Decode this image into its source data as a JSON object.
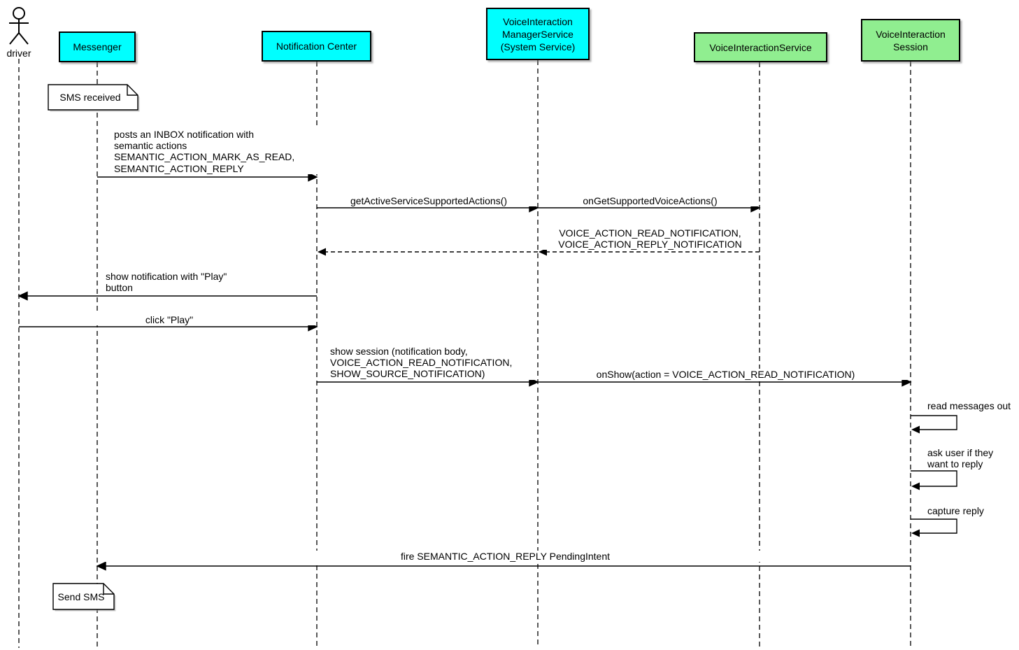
{
  "diagram": {
    "type": "uml-sequence-diagram",
    "colors": {
      "participant_cyan": "#00FFFF",
      "participant_green": "#90EE90",
      "line": "#000000",
      "note_background": "#FFFFFF"
    },
    "actor": {
      "label": "driver"
    },
    "participants": [
      {
        "id": "messenger",
        "label": "Messenger",
        "color": "#00FFFF"
      },
      {
        "id": "notification-center",
        "label": "Notification Center",
        "color": "#00FFFF"
      },
      {
        "id": "voice-interaction-manager-service",
        "label": "VoiceInteraction\nManagerService\n(System Service)",
        "color": "#00FFFF"
      },
      {
        "id": "voice-interaction-service",
        "label": "VoiceInteractionService",
        "color": "#90EE90"
      },
      {
        "id": "voice-interaction-session",
        "label": "VoiceInteraction\nSession",
        "color": "#90EE90"
      }
    ],
    "notes": [
      {
        "id": "note-sms-received",
        "label": "SMS received",
        "attached_to": "messenger"
      },
      {
        "id": "note-send-sms",
        "label": "Send SMS",
        "attached_to": "messenger"
      }
    ],
    "messages": [
      {
        "from": "Messenger",
        "to": "Notification Center",
        "style": "solid",
        "label": "posts an INBOX notification with\nsemantic actions\nSEMANTIC_ACTION_MARK_AS_READ,\nSEMANTIC_ACTION_REPLY"
      },
      {
        "from": "Notification Center",
        "to": "VoiceInteraction ManagerService",
        "style": "solid",
        "label": "getActiveServiceSupportedActions()"
      },
      {
        "from": "VoiceInteraction ManagerService",
        "to": "VoiceInteractionService",
        "style": "solid",
        "label": "onGetSupportedVoiceActions()"
      },
      {
        "from": "VoiceInteractionService",
        "to": "VoiceInteraction ManagerService",
        "style": "dashed",
        "label": "VOICE_ACTION_READ_NOTIFICATION,\nVOICE_ACTION_REPLY_NOTIFICATION"
      },
      {
        "from": "VoiceInteraction ManagerService",
        "to": "Notification Center",
        "style": "dashed",
        "label": ""
      },
      {
        "from": "Notification Center",
        "to": "driver",
        "style": "solid",
        "label": "show notification with \"Play\"\nbutton"
      },
      {
        "from": "driver",
        "to": "Notification Center",
        "style": "solid",
        "label": "click \"Play\""
      },
      {
        "from": "Notification Center",
        "to": "VoiceInteraction ManagerService",
        "style": "solid",
        "label": "show session (notification body,\nVOICE_ACTION_READ_NOTIFICATION,\nSHOW_SOURCE_NOTIFICATION)"
      },
      {
        "from": "VoiceInteraction ManagerService",
        "to": "VoiceInteraction Session",
        "style": "solid",
        "label": "onShow(action = VOICE_ACTION_READ_NOTIFICATION)"
      },
      {
        "from": "VoiceInteraction Session",
        "to": "VoiceInteraction Session",
        "style": "self",
        "label": "read messages out"
      },
      {
        "from": "VoiceInteraction Session",
        "to": "VoiceInteraction Session",
        "style": "self",
        "label": "ask user if they\nwant to reply"
      },
      {
        "from": "VoiceInteraction Session",
        "to": "VoiceInteraction Session",
        "style": "self",
        "label": "capture reply"
      },
      {
        "from": "VoiceInteraction Session",
        "to": "Messenger",
        "style": "solid",
        "label": "fire SEMANTIC_ACTION_REPLY PendingIntent"
      }
    ]
  }
}
